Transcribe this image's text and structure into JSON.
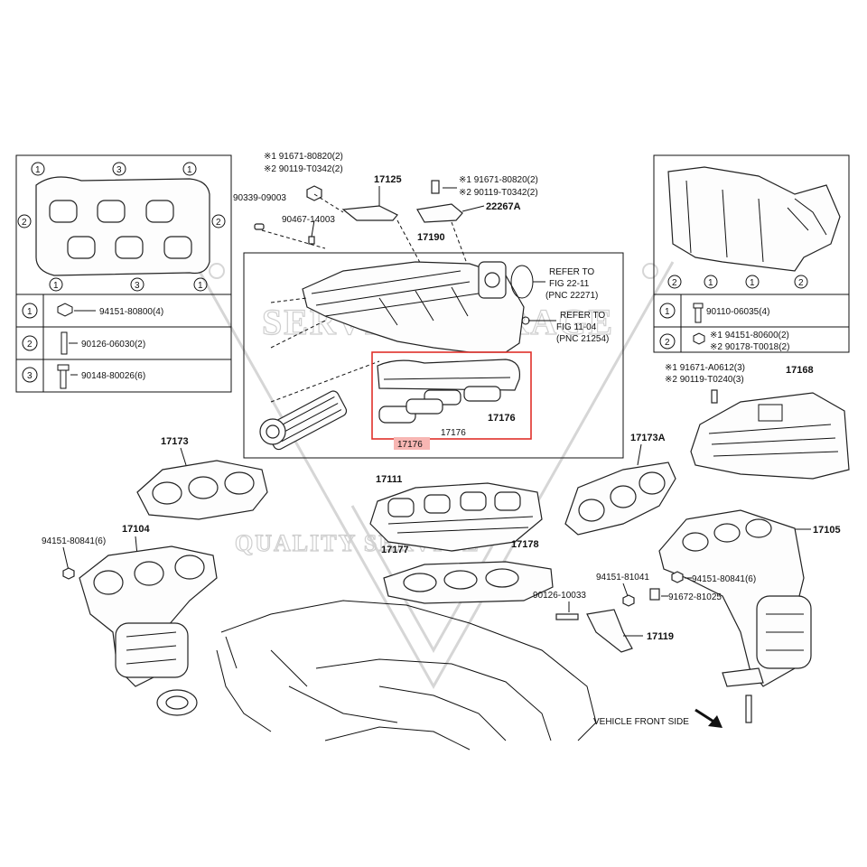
{
  "colors": {
    "line": "#111111",
    "highlight": "#e0302a",
    "watermark": "#cfcfcf"
  },
  "watermark": {
    "top": "SERVICE GARAGE",
    "bottom": "QUALITY SERVICE"
  },
  "left_legend": {
    "rows": [
      {
        "num": "1",
        "part": "94151-80800(4)"
      },
      {
        "num": "2",
        "part": "90126-06030(2)"
      },
      {
        "num": "3",
        "part": "90148-80026(6)"
      }
    ]
  },
  "right_legend": {
    "rows": [
      {
        "num": "1",
        "part": "90110-06035(4)"
      },
      {
        "num": "2",
        "part_a": "※1 94151-80600(2)",
        "part_b": "※2 90178-T0018(2)"
      }
    ]
  },
  "labels": {
    "p17125": "17125",
    "p17190": "17190",
    "p22267a": "22267A",
    "p90339": "90339-09003",
    "p90467": "90467-14003",
    "note_tl_1": "※1 91671-80820(2)",
    "note_tl_2": "※2 90119-T0342(2)",
    "note_tr_1": "※1 91671-80820(2)",
    "note_tr_2": "※2 90119-T0342(2)",
    "refer1_a": "REFER TO",
    "refer1_b": "FIG 22-11",
    "refer1_c": "(PNC 22271)",
    "refer2_a": "REFER TO",
    "refer2_b": "FIG 11-04",
    "refer2_c": "(PNC 21254)",
    "p17176_a": "17176",
    "p17176_b": "17176",
    "p17176_c": "17176",
    "p17173": "17173",
    "p17173a": "17173A",
    "p17104": "17104",
    "p94151_80841_l": "94151-80841(6)",
    "p17111": "17111",
    "p17177": "17177",
    "p17178": "17178",
    "note_r_1": "※1 91671-A0612(3)",
    "note_r_2": "※2 90119-T0240(3)",
    "p17168": "17168",
    "p17105": "17105",
    "p94151_81041": "94151-81041",
    "p94151_80841_r": "94151-80841(6)",
    "p90126_10033": "90126-10033",
    "p91672_81025": "91672-81025",
    "p17119": "17119",
    "vehicle_front": "VEHICLE FRONT SIDE"
  }
}
